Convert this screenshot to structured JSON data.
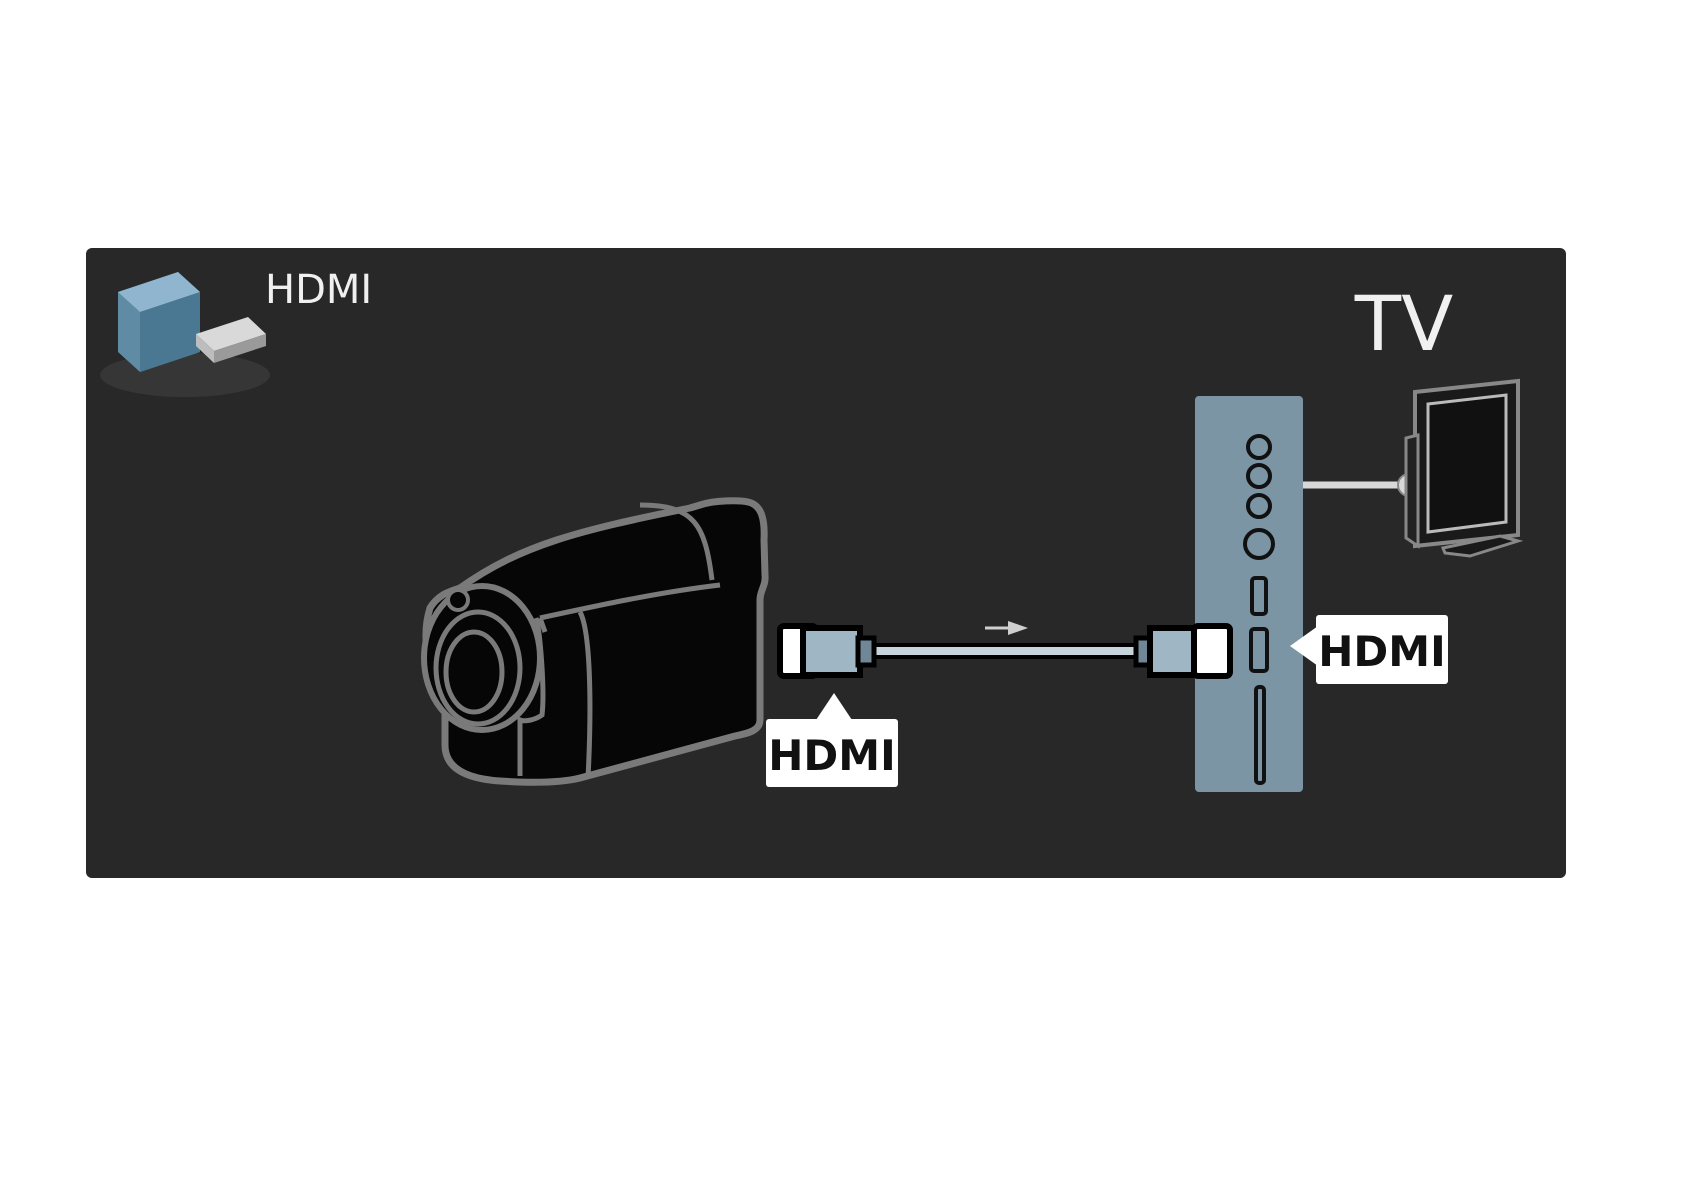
{
  "diagram": {
    "legend_label": "HDMI",
    "tv_title": "TV",
    "camera_label": "HDMI",
    "tv_port_label": "HDMI"
  },
  "colors": {
    "panel_bg": "#282828",
    "panel_steel": "#7b95a5",
    "connector_blue": "#9fb6c4",
    "outline_gray": "#7a7a7a",
    "label_bg": "#ffffff",
    "text_light": "#f0f0f0",
    "text_dark": "#111111"
  },
  "icons": [
    "hdmi-plug-icon",
    "camcorder-icon",
    "tv-icon",
    "arrow-right-icon"
  ]
}
